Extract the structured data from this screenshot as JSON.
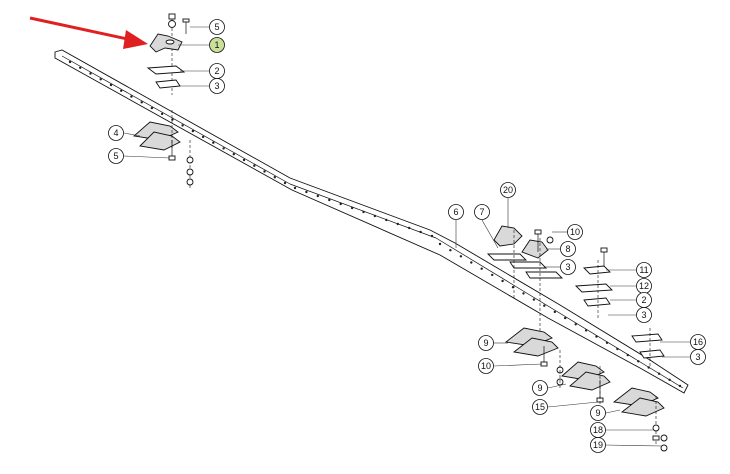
{
  "callouts": [
    {
      "id": "c-5a",
      "label": "5"
    },
    {
      "id": "c-1",
      "label": "1",
      "highlight": true
    },
    {
      "id": "c-2a",
      "label": "2"
    },
    {
      "id": "c-3a",
      "label": "3"
    },
    {
      "id": "c-4",
      "label": "4"
    },
    {
      "id": "c-5b",
      "label": "5"
    },
    {
      "id": "c-20",
      "label": "20"
    },
    {
      "id": "c-6",
      "label": "6"
    },
    {
      "id": "c-7",
      "label": "7"
    },
    {
      "id": "c-10a",
      "label": "10"
    },
    {
      "id": "c-8",
      "label": "8"
    },
    {
      "id": "c-3b",
      "label": "3"
    },
    {
      "id": "c-11",
      "label": "11"
    },
    {
      "id": "c-12",
      "label": "12"
    },
    {
      "id": "c-2b",
      "label": "2"
    },
    {
      "id": "c-3c",
      "label": "3"
    },
    {
      "id": "c-16",
      "label": "16"
    },
    {
      "id": "c-3d",
      "label": "3"
    },
    {
      "id": "c-9a",
      "label": "9"
    },
    {
      "id": "c-10b",
      "label": "10"
    },
    {
      "id": "c-9b",
      "label": "9"
    },
    {
      "id": "c-15",
      "label": "15"
    },
    {
      "id": "c-9c",
      "label": "9"
    },
    {
      "id": "c-18",
      "label": "18"
    },
    {
      "id": "c-19",
      "label": "19"
    }
  ],
  "colors": {
    "arrow": "#e02020",
    "highlight": "#c9df9a",
    "line": "#111111"
  }
}
